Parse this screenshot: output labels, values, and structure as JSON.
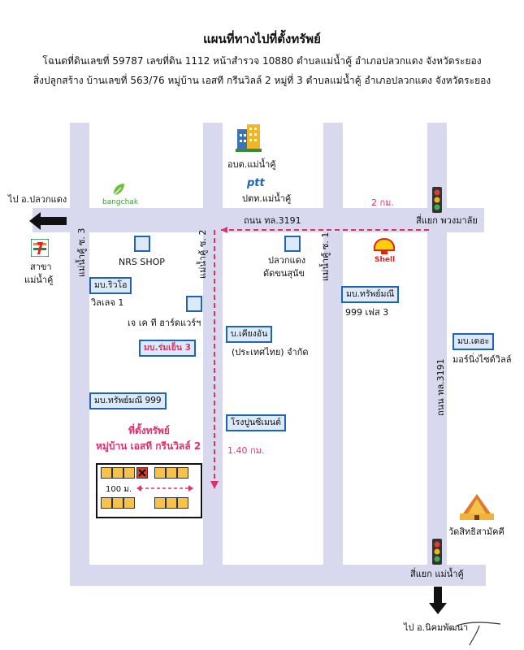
{
  "header": {
    "title": "แผนที่ทางไปที่ตั้งทรัพย์",
    "line1": "โฉนดที่ดินเลขที่ 59787  เลขที่ดิน 1112  หน้าสำรวจ 10880  ตำบลแม่น้ำคู้  อำเภอปลวกแดง  จังหวัดระยอง",
    "line2": "สิ่งปลูกสร้าง  บ้านเลขที่ 563/76  หมู่บ้าน เอสที กรีนวิลล์ 2  หมู่ที่ 3  ตำบลแม่น้ำคู้  อำเภอปลวกแดง  จังหวัดระยอง"
  },
  "roads": {
    "main_road": "ถนน ทล.3191",
    "right_road": "ถนน ทล.3191",
    "soi3": "แม่น้ำคู้ ซ. 3",
    "soi2": "แม่น้ำคู้ ซ. 2",
    "soi1": "แม่น้ำคู้ ซ. 1"
  },
  "directions": {
    "to_west": "ไป อ.ปลวกแดง",
    "to_south": "ไป อ.นิคมพัฒนา",
    "junction_top": "สี่แยก พวงมาลัย",
    "junction_bottom": "สี่แยก แม่น้ำคู้",
    "dist_2km": "2 กม.",
    "dist_140km": "1.40 กม.",
    "dist_100m": "100 ม."
  },
  "places": {
    "obt": "อบต.แม่น้ำคู้",
    "ptt_logo": "ptt",
    "ptt": "ปตท.แม่น้ำคู้",
    "bangchak": "bangchak",
    "shell_logo": "Shell",
    "seven_branch_1": "สาขา",
    "seven_branch_2": "แม่น้ำคู้",
    "nrs": "NRS SHOP",
    "pluak": "ปลวกแดง",
    "pluak2": "ดัดขนสุนัข",
    "riwo": "มบ.ริวโอ",
    "villej": "วิลเลจ 1",
    "jk": "เจ เค ที ฮาร์ดแวร์ฯ",
    "romyen": "มบ.ร่มเย็น 3",
    "kiangan": "บ.เคียงอัน",
    "kiangan2": "(ประเทศไทย)  จำกัด",
    "sapmanee": "มบ.ทรัพย์มณี",
    "fes3": "999 เฟส 3",
    "the": "มบ.เดอะ",
    "morning": "มอร์นิ่งไซด์วิลล์",
    "sapmanee999": "มบ.ทรัพย์มณี 999",
    "cement": "โรงปูนซีเมนต์",
    "target1": "ที่ตั้งทรัพย์",
    "target2": "หมู่บ้าน เอสที กรีนวิลล์ 2",
    "temple": "วัดสิทธิสามัคคี"
  },
  "colors": {
    "road": "#d8d8ee",
    "box_border": "#1e63b7",
    "box_fill": "#dbe9f8",
    "accent_pink": "#e0306a",
    "plot": "#f6c24a"
  }
}
